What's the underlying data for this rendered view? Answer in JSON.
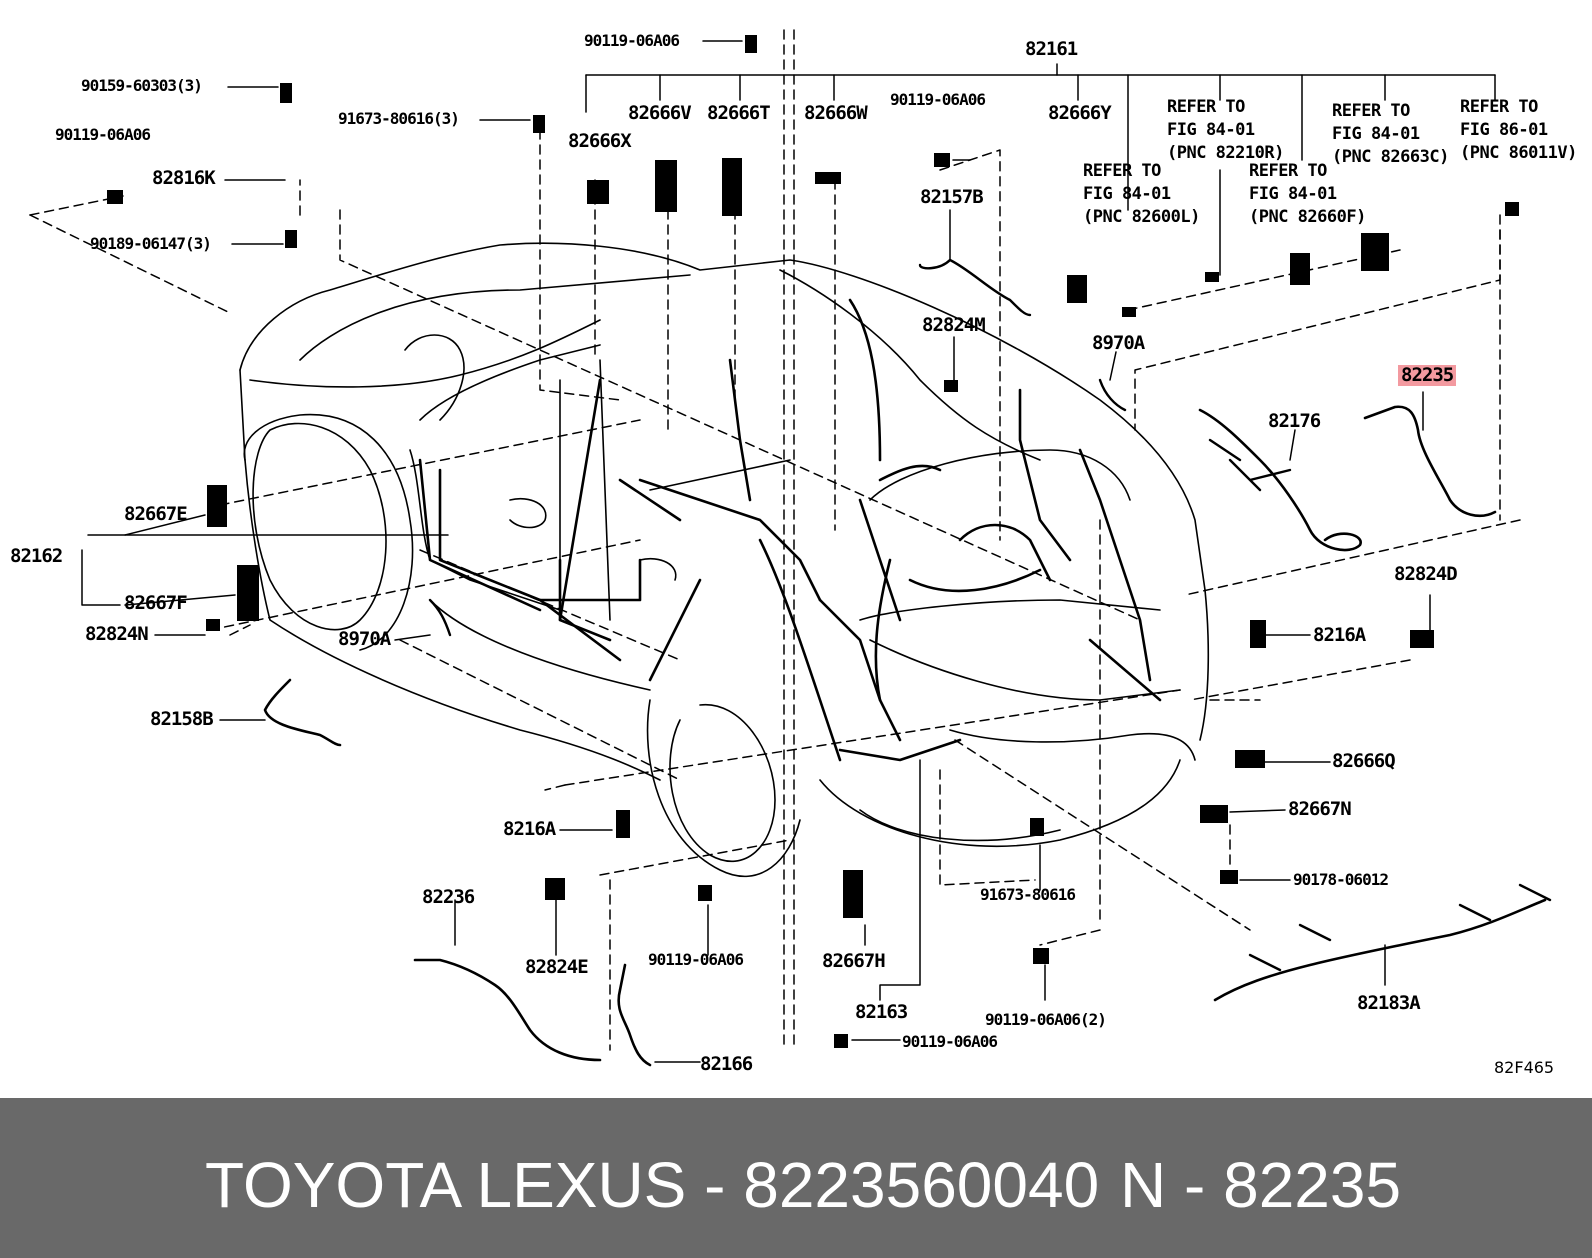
{
  "title": {
    "brand": "TOYOTA LEXUS - 8223560040",
    "pnc": "N - 82235"
  },
  "diagram_code": "82F465",
  "highlight_color": "#f39aa0",
  "labels": {
    "p82161": "82161",
    "p90119_06A06_top": "90119-06A06",
    "p90159": "90159-60303(3)",
    "p90119_06A06_left": "90119-06A06",
    "p82816K": "82816K",
    "p90189": "90189-06147(3)",
    "p91673_80616_3": "91673-80616(3)",
    "p82666X": "82666X",
    "p82666V": "82666V",
    "p82666T": "82666T",
    "p82666W": "82666W",
    "p90119_06A06_mid": "90119-06A06",
    "p82157B": "82157B",
    "p82666Y": "82666Y",
    "ref_82210R": "REFER TO\nFIG 84-01\n(PNC 82210R)",
    "ref_82663C": "REFER TO\nFIG 84-01\n(PNC 82663C)",
    "ref_86011V": "REFER TO\nFIG 86-01\n(PNC 86011V)",
    "ref_82600L": "REFER TO\nFIG 84-01\n(PNC 82600L)",
    "ref_82660F": "REFER TO\nFIG 84-01\n(PNC 82660F)",
    "p82824M": "82824M",
    "p8970A_top": "8970A",
    "p82235": "82235",
    "p82176": "82176",
    "p82667E": "82667E",
    "p82162": "82162",
    "p82667F": "82667F",
    "p82824N": "82824N",
    "p8970A_left": "8970A",
    "p82158B": "82158B",
    "p82824D": "82824D",
    "p8216A_right": "8216A",
    "p82666Q": "82666Q",
    "p82667N": "82667N",
    "p90178": "90178-06012",
    "p8216A_left": "8216A",
    "p91673_80616": "91673-80616",
    "p82236": "82236",
    "p82824E": "82824E",
    "p90119_06A06_bot": "90119-06A06",
    "p82667H": "82667H",
    "p82163": "82163",
    "p90119_06A06_2": "90119-06A06(2)",
    "p82183A": "82183A",
    "p82166": "82166",
    "p90119_06A06_bottom": "90119-06A06"
  }
}
